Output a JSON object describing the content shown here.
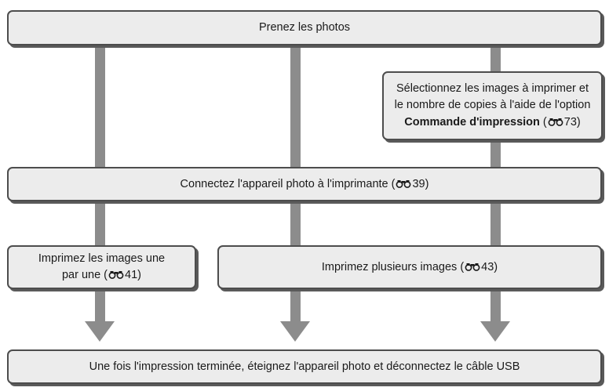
{
  "steps": {
    "take_photos": "Prenez les photos",
    "print_order_line1": "Sélectionnez les images à imprimer et",
    "print_order_line2": "le nombre de copies à l'aide de l'option",
    "print_order_bold": "Commande d'impression",
    "print_order_ref_open": " (",
    "print_order_ref_page": "73",
    "print_order_ref_close": ")",
    "connect_text": "Connectez l'appareil photo à l'imprimante (",
    "connect_ref_page": "39",
    "connect_ref_close": ")",
    "print_single_line1": "Imprimez les images une",
    "print_single_line2": "par une (",
    "print_single_ref_page": "41",
    "print_single_ref_close": ")",
    "print_multiple_text": "Imprimez plusieurs images (",
    "print_multiple_ref_page": "43",
    "print_multiple_ref_close": ")",
    "finish": "Une fois l'impression terminée, éteignez l'appareil photo et déconnectez le câble USB"
  },
  "icons": {
    "reference": "binoculars-reference-icon"
  },
  "colors": {
    "box_fill": "#ececec",
    "box_border": "#4d4d4d",
    "box_shadow": "#5a5a5a",
    "connector": "#8c8c8c"
  }
}
